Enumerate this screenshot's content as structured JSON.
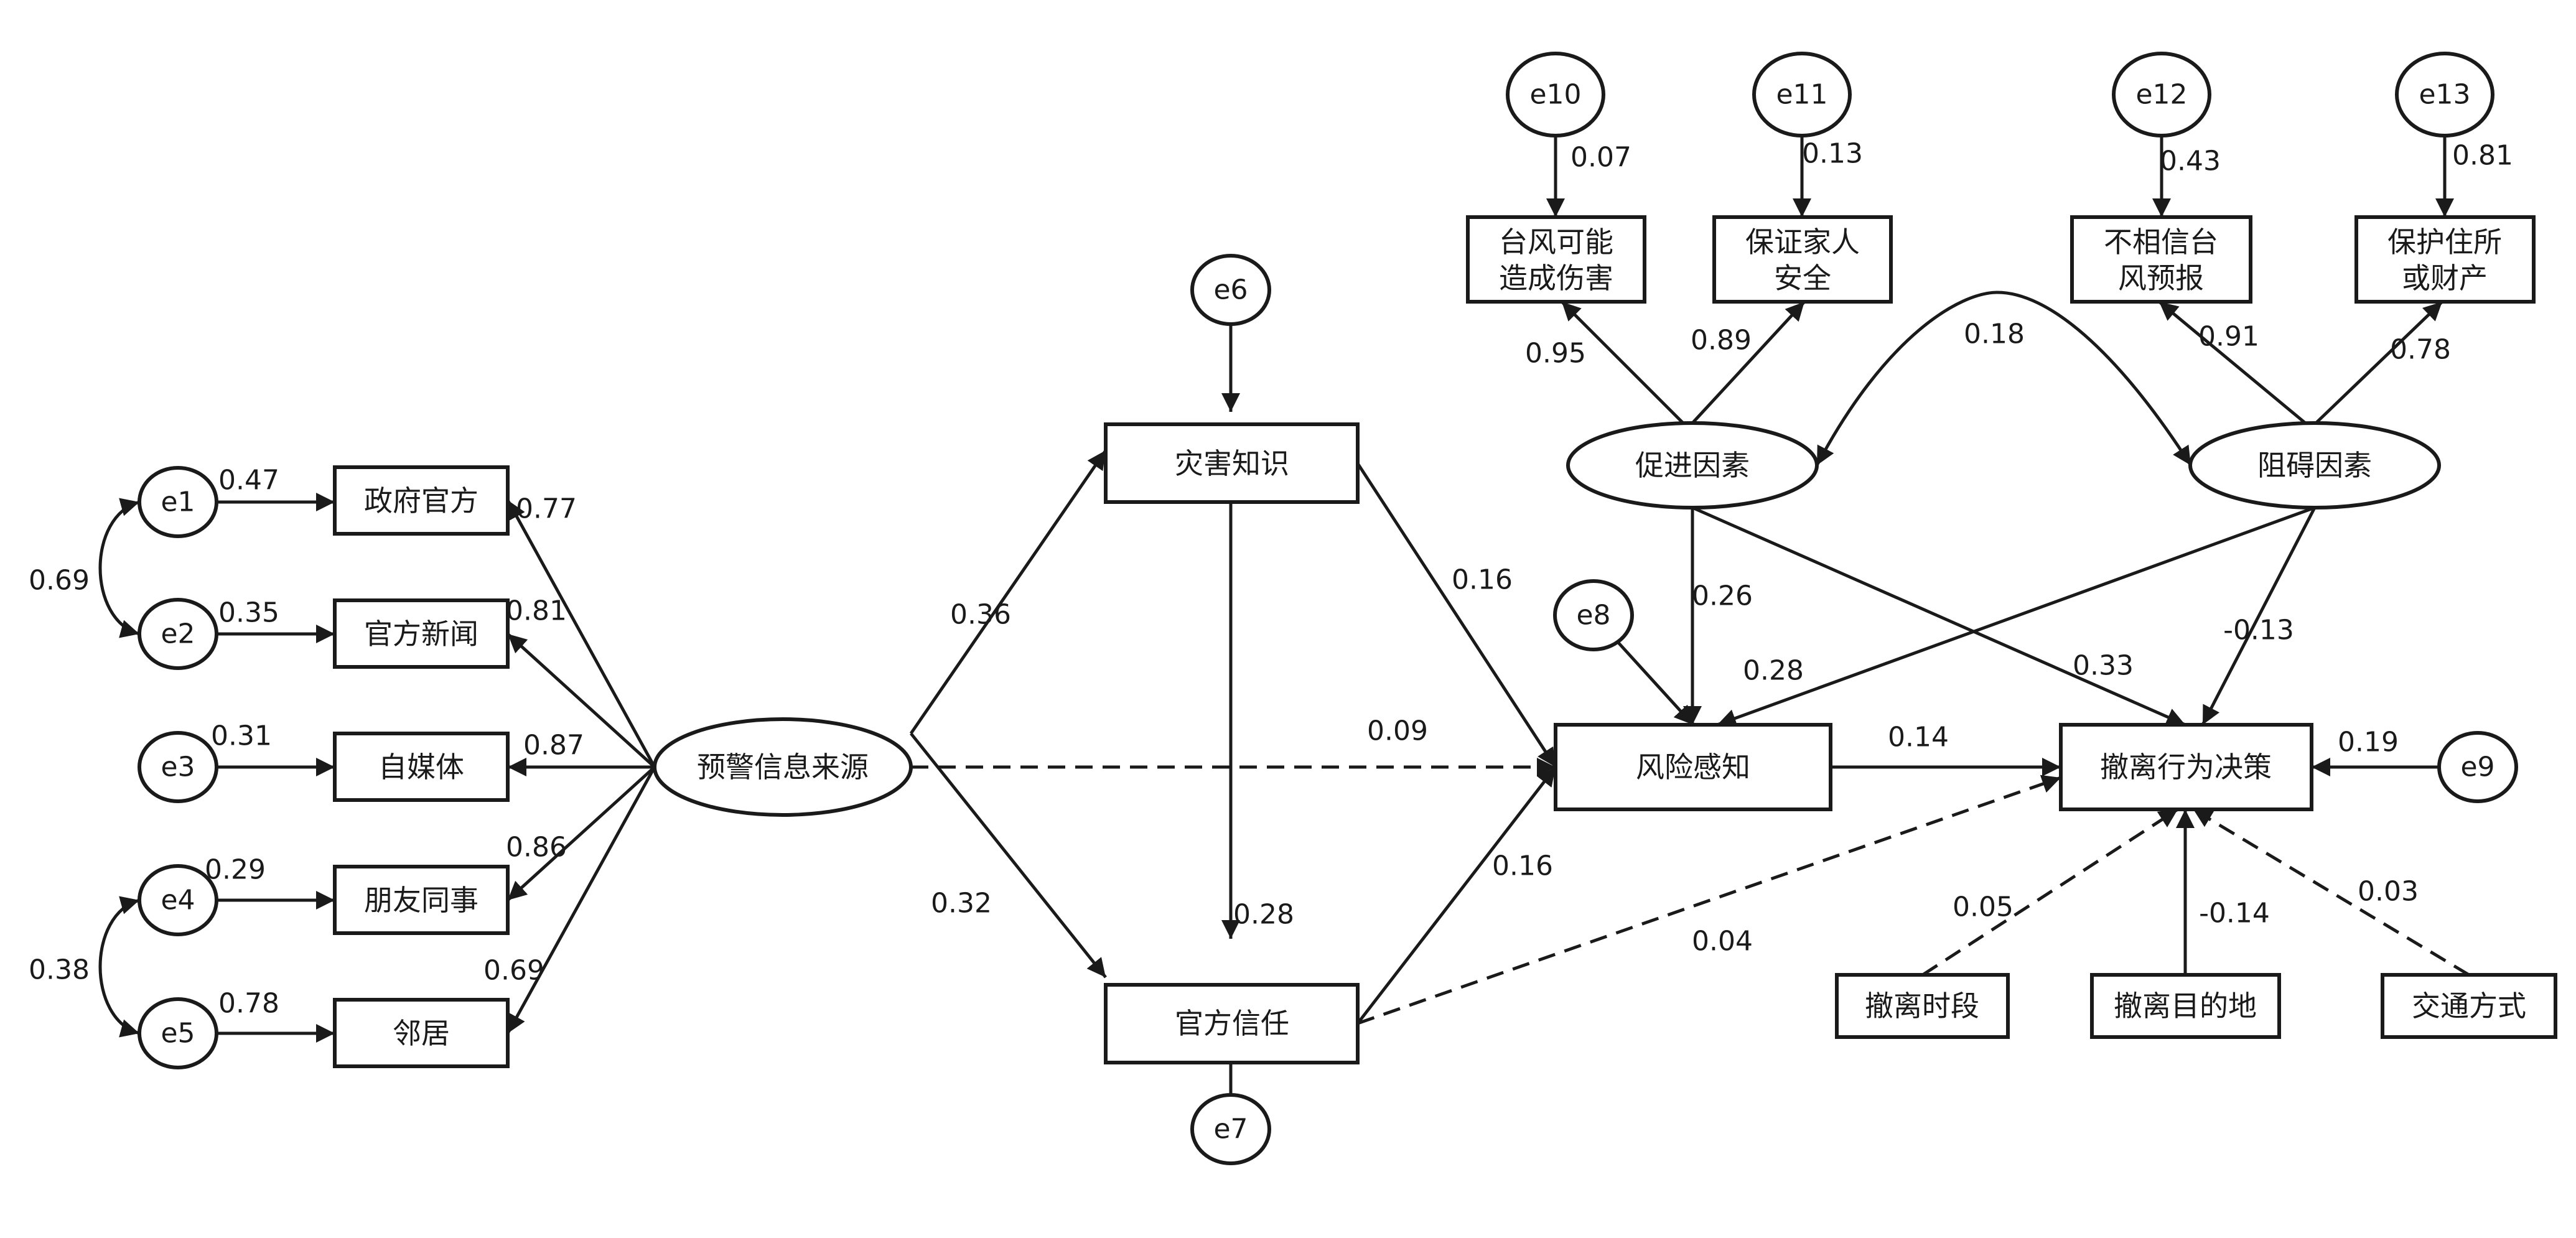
{
  "diagram": {
    "type": "structural-equation-model",
    "latent_variables": {
      "warning_source": "预警信息来源",
      "promoting": "促进因素",
      "hindering": "阻碍因素"
    },
    "observed_variables": {
      "gov_official": "政府官方",
      "official_news": "官方新闻",
      "self_media": "自媒体",
      "friends": "朋友同事",
      "neighbors": "邻居",
      "disaster_knowledge": "灾害知识",
      "official_trust": "官方信任",
      "risk_perception": "风险感知",
      "evacuation_decision": "撤离行为决策",
      "typhoon_harm": "台风可能造成伤害",
      "typhoon_harm_l1": "台风可能",
      "typhoon_harm_l2": "造成伤害",
      "family_safety_l1": "保证家人",
      "family_safety_l2": "安全",
      "distrust_l1": "不相信台",
      "distrust_l2": "风预报",
      "protect_l1": "保护住所",
      "protect_l2": "或财产",
      "evac_time": "撤离时段",
      "evac_dest": "撤离目的地",
      "transport": "交通方式"
    },
    "error_terms": {
      "e1": "e1",
      "e2": "e2",
      "e3": "e3",
      "e4": "e4",
      "e5": "e5",
      "e6": "e6",
      "e7": "e7",
      "e8": "e8",
      "e9": "e9",
      "e10": "e10",
      "e11": "e11",
      "e12": "e12",
      "e13": "e13"
    },
    "coefficients": {
      "e1_gov": "0.47",
      "e2_news": "0.35",
      "e3_self": "0.31",
      "e4_friends": "0.29",
      "e5_neighbors": "0.78",
      "cov_e1_e2": "0.69",
      "cov_e4_e5": "0.38",
      "src_gov": "0.77",
      "src_news": "0.81",
      "src_self": "0.87",
      "src_friends": "0.86",
      "src_neighbors": "0.69",
      "src_knowledge": "0.36",
      "src_trust": "0.32",
      "src_risk": "0.09",
      "knowledge_trust": "0.28",
      "knowledge_risk": "0.16",
      "trust_risk": "0.16",
      "trust_decision": "0.04",
      "promo_risk": "0.26",
      "hinder_risk": "0.28",
      "promo_decision": "0.33",
      "hinder_decision": "-0.13",
      "risk_decision": "0.14",
      "e9_decision": "0.19",
      "evac_time_decision": "0.05",
      "evac_dest_decision": "-0.14",
      "transport_decision": "0.03",
      "promo_harm": "0.95",
      "promo_family": "0.89",
      "hinder_distrust": "0.91",
      "hinder_protect": "0.78",
      "cov_promo_hinder": "0.18",
      "e10_harm": "0.07",
      "e11_family": "0.13",
      "e12_distrust": "0.43",
      "e13_protect": "0.81"
    }
  }
}
